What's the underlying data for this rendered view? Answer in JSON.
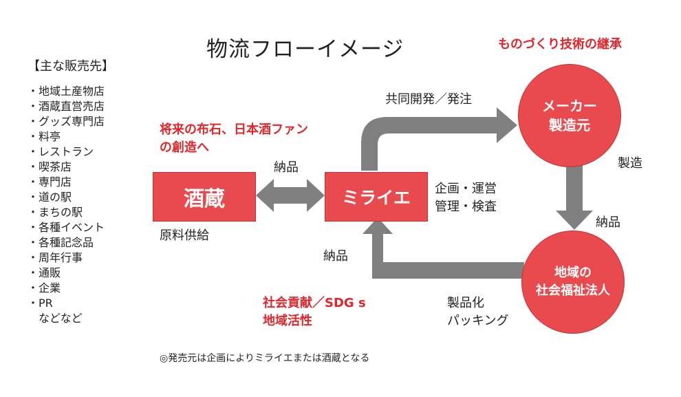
{
  "title": "物流フローイメージ",
  "sidebar": {
    "heading": "【主な販売先】",
    "items": [
      "地域土産物店",
      "酒蔵直営売店",
      "グッズ専門店",
      "料亭",
      "レストラン",
      "喫茶店",
      "専門店",
      "道の駅",
      "まちの駅",
      "各種イベント",
      "各種記念品",
      "周年行事",
      "通販",
      "企業",
      "PR"
    ],
    "items_trailer": "などなど"
  },
  "callouts": {
    "future": [
      "将来の布石、日本酒ファン",
      "の創造へ"
    ],
    "craft": "ものづくり技術の継承",
    "social": [
      "社会貢献／SDG s",
      "地域活性"
    ]
  },
  "nodes": {
    "sakagura": "酒蔵",
    "miraie": "ミライエ",
    "maker": [
      "メーカー",
      "製造元"
    ],
    "welfare": [
      "地域の",
      "社会福祉法人"
    ]
  },
  "labels": {
    "delivery_top": "納品",
    "raw_supply": "原料供給",
    "planning": [
      "企画・運営",
      "管理・検査"
    ],
    "co_dev": "共同開発／発注",
    "manufacture": "製造",
    "delivery_right": "納品",
    "delivery_bottom": "納品",
    "packaging": [
      "製品化",
      "パッキング"
    ]
  },
  "footnote": "◎発売元は企画によりミライエまたは酒蔵となる",
  "colors": {
    "accent_red": "#e0262a",
    "node_fill": "#e84a4e",
    "arrow_fill": "#808080"
  }
}
